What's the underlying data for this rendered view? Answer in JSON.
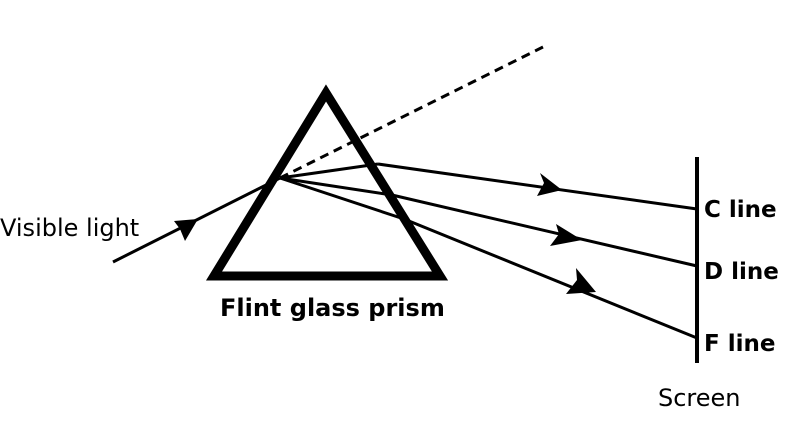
{
  "labels": {
    "incident": "Visible light",
    "prism": "Flint glass prism",
    "screen": "Screen"
  },
  "lines": [
    {
      "name": "C line"
    },
    {
      "name": "D line"
    },
    {
      "name": "F line"
    }
  ],
  "colors": {
    "stroke": "#000000",
    "background": "#ffffff"
  }
}
